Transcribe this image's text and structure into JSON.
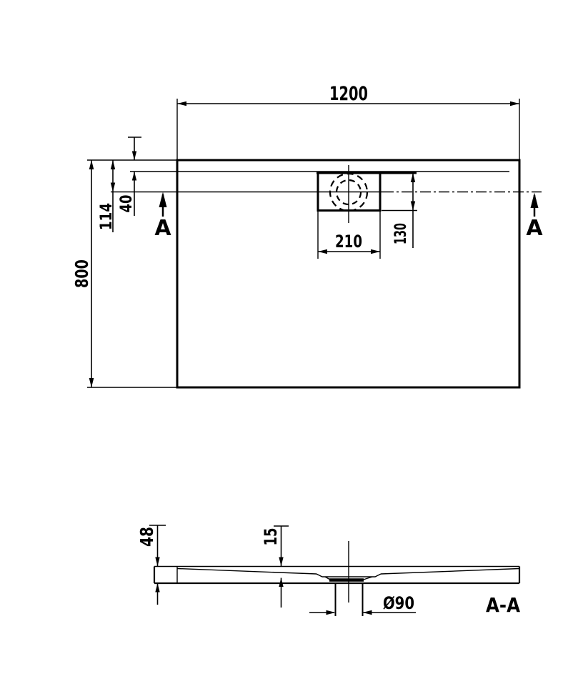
{
  "colors": {
    "line": "#000000",
    "background": "#ffffff"
  },
  "top_view": {
    "dim_width": "1200",
    "dim_height": "800",
    "dim_edge_to_drain_center": "114",
    "dim_rim_width": "40",
    "dim_drain_recess_width": "210",
    "dim_drain_recess_depth": "130",
    "section_marker_left": "A",
    "section_marker_right": "A"
  },
  "section_view": {
    "dim_total_height": "48",
    "dim_basin_depth": "15",
    "dim_drain_diameter": "Ø90",
    "label": "A-A"
  }
}
